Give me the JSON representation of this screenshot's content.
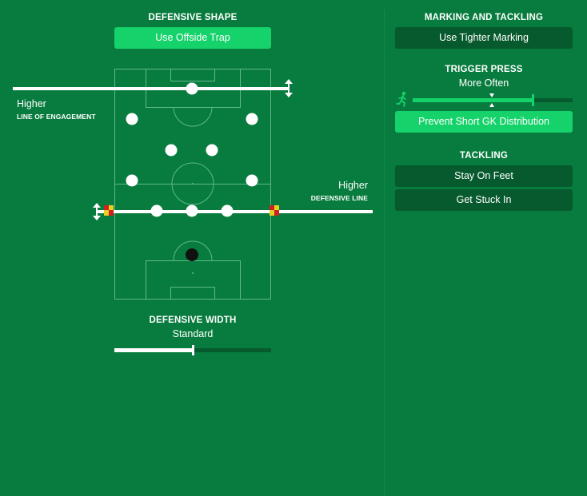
{
  "defensive_shape": {
    "heading": "DEFENSIVE SHAPE",
    "offside_trap_label": "Use Offside Trap",
    "line_of_engagement": {
      "value": "Higher",
      "caption": "LINE OF ENGAGEMENT"
    },
    "defensive_line": {
      "value": "Higher",
      "caption": "DEFENSIVE LINE"
    }
  },
  "defensive_width": {
    "heading": "DEFENSIVE WIDTH",
    "value": "Standard",
    "level_fraction": 0.5
  },
  "marking_and_tackling": {
    "heading": "MARKING AND TACKLING",
    "marking_label": "Use Tighter Marking"
  },
  "trigger_press": {
    "heading": "TRIGGER PRESS",
    "value": "More Often",
    "level_fraction": 0.75,
    "short_gk_label": "Prevent Short GK Distribution"
  },
  "tackling": {
    "heading": "TACKLING",
    "options": [
      "Stay On Feet",
      "Get Stuck In"
    ]
  },
  "colors": {
    "background": "#087c3e",
    "bright_button": "#15d36a",
    "dark_button": "#075a2d",
    "player_dots": "#ffffff",
    "goalkeeper_dot": "#111111"
  }
}
